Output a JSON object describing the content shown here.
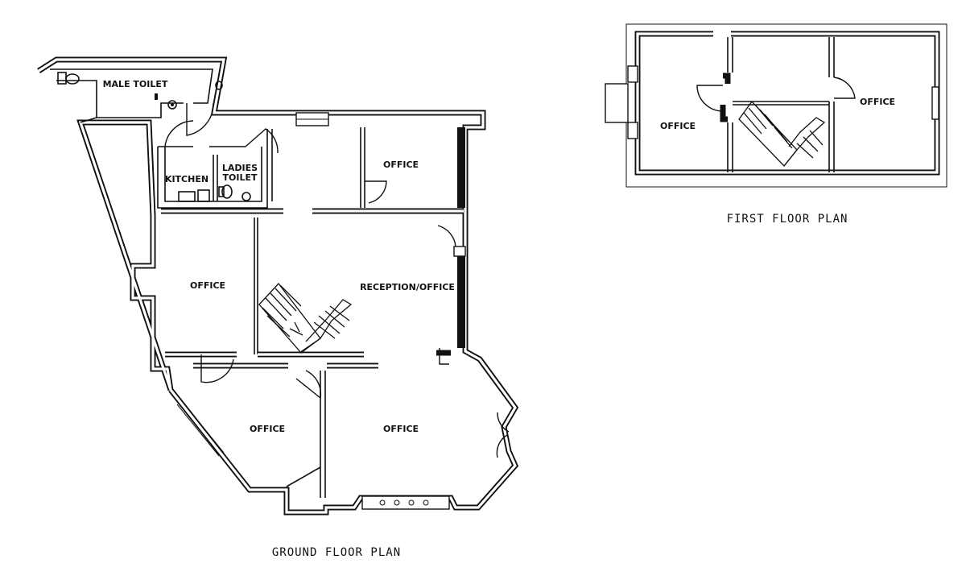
{
  "ground_floor": {
    "title": "GROUND FLOOR PLAN",
    "rooms": {
      "male_toilet": "MALE TOILET",
      "kitchen": "KITCHEN",
      "ladies_toilet_line1": "LADIES",
      "ladies_toilet_line2": "TOILET",
      "office_top_right": "OFFICE",
      "office_left": "OFFICE",
      "reception": "RECEPTION/OFFICE",
      "office_bottom_left": "OFFICE",
      "office_bottom_right": "OFFICE"
    }
  },
  "first_floor": {
    "title": "FIRST FLOOR PLAN",
    "rooms": {
      "office_left": "OFFICE",
      "office_right": "OFFICE"
    }
  }
}
